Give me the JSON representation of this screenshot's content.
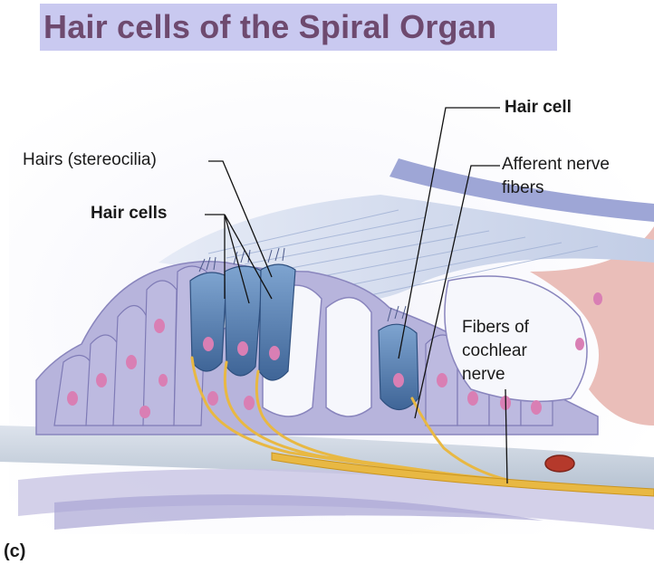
{
  "title": "Hair cells of the Spiral Organ",
  "labels": {
    "hairs": "Hairs (stereocilia)",
    "hair_cells": "Hair cells",
    "hair_cell": "Hair cell",
    "afferent_line1": "Afferent nerve",
    "afferent_line2": "fibers",
    "fibers_line1": "Fibers of",
    "fibers_line2": "cochlear",
    "fibers_line3": "nerve"
  },
  "panel_label": "(c)",
  "colors": {
    "title_text": "#6e4a6f",
    "title_band": "#c9c9f0",
    "support_cells": "#b7b4dc",
    "hair_cells": "#5a7fb0",
    "nuclei": "#d97fb4",
    "nerve": "#e8b843",
    "tectorial": "#cfd8ec"
  }
}
